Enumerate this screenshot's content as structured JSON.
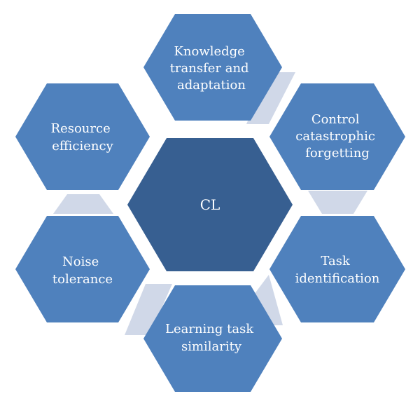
{
  "colors": {
    "outer_hex": "#4f81bd",
    "center_hex": "#375f91",
    "connector": "#d0d8e8",
    "text": "#ffffff",
    "background": "#ffffff"
  },
  "center": {
    "label": "CL"
  },
  "nodes": [
    {
      "id": "knowledge",
      "lines": [
        "Knowledge",
        "transfer and",
        "adaptation"
      ]
    },
    {
      "id": "catastrophic",
      "lines": [
        "Control",
        "catastrophic",
        "forgetting"
      ]
    },
    {
      "id": "task-id",
      "lines": [
        "Task",
        "identification"
      ]
    },
    {
      "id": "similarity",
      "lines": [
        "Learning task",
        "similarity"
      ]
    },
    {
      "id": "noise",
      "lines": [
        "Noise",
        "tolerance"
      ]
    },
    {
      "id": "resource",
      "lines": [
        "Resource",
        "efficiency"
      ]
    }
  ]
}
